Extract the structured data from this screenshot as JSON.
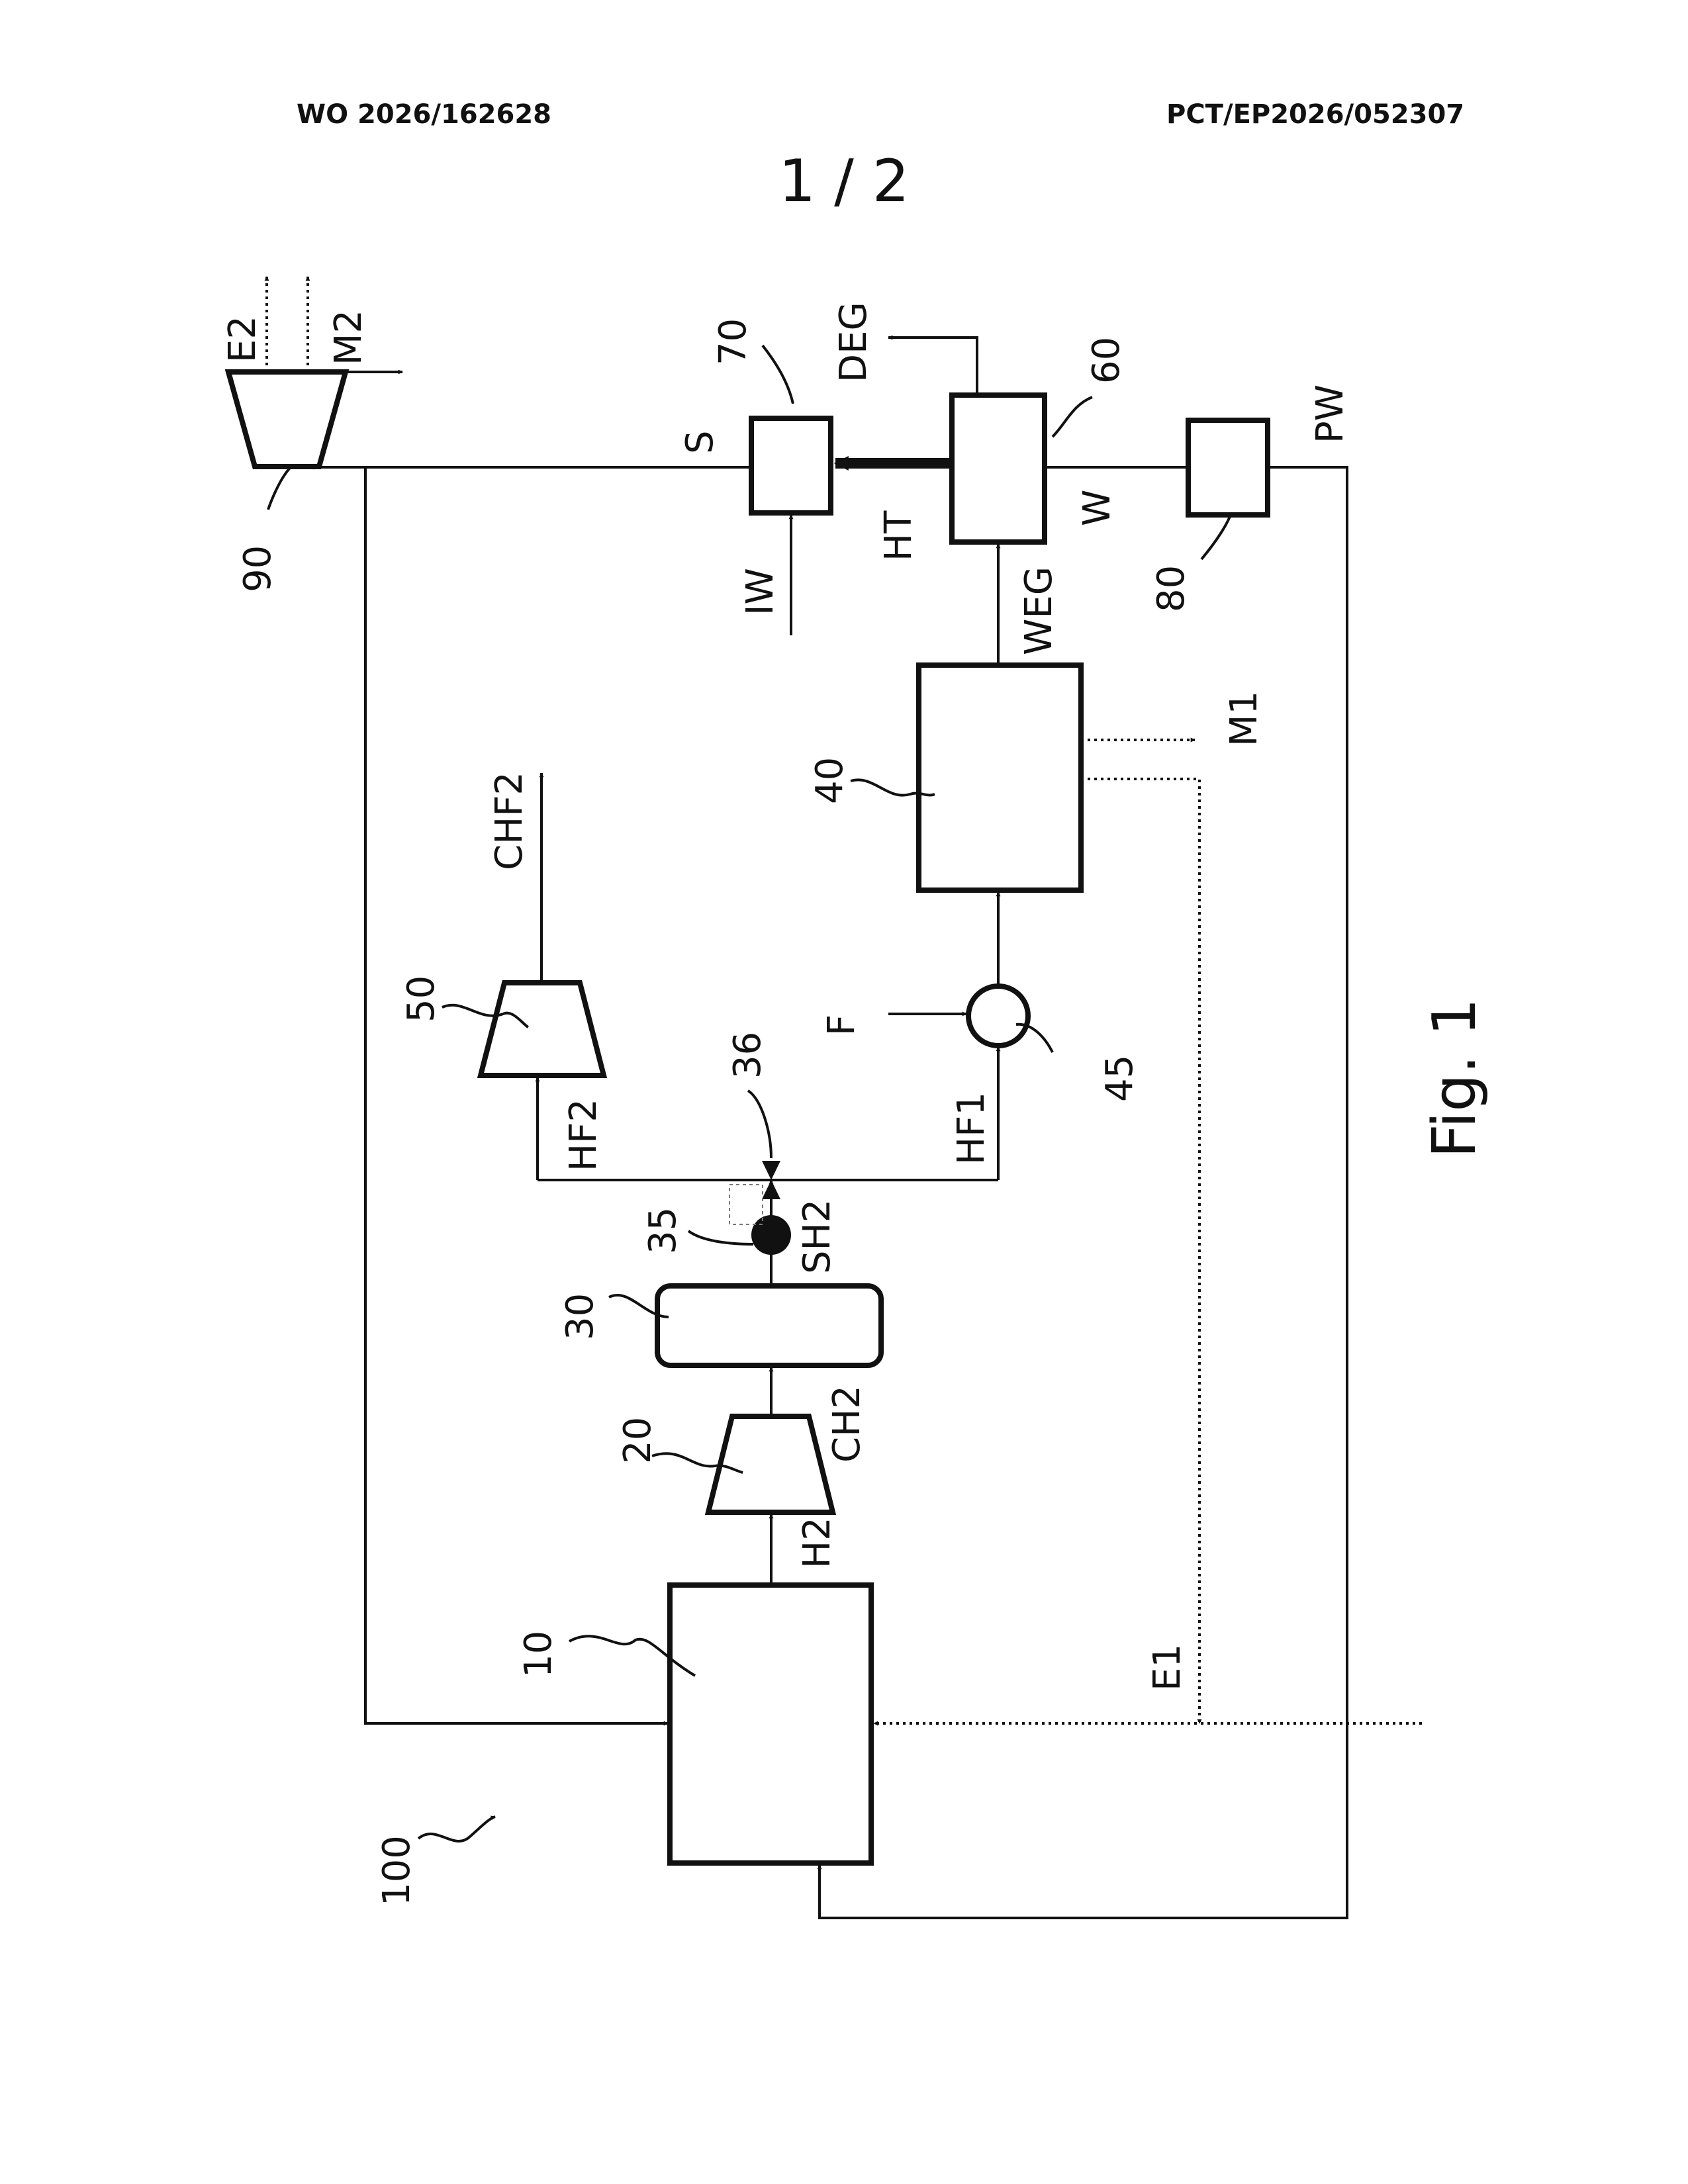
{
  "header": {
    "publication_number": "WO 2026/162628",
    "application_number": "PCT/EP2026/052307"
  },
  "sheet_number": "1 / 2",
  "figure_label": "Fig. 1",
  "reference_numerals": {
    "system": "100",
    "electrolyzer": "10",
    "compressor_20": "20",
    "storage": "30",
    "sensor": "35",
    "valve": "36",
    "reactor": "40",
    "mixer": "45",
    "compressor_50": "50",
    "unit_60": "60",
    "unit_70": "70",
    "unit_80": "80",
    "turbine_90": "90"
  },
  "stream_labels": {
    "H2": "H2",
    "CH2": "CH2",
    "SH2": "SH2",
    "HF1": "HF1",
    "HF2": "HF2",
    "CHF2": "CHF2",
    "F": "F",
    "M1": "M1",
    "WEG": "WEG",
    "HT": "HT",
    "DEG": "DEG",
    "W": "W",
    "PW": "PW",
    "S": "S",
    "IW": "IW",
    "E1": "E1",
    "E2": "E2",
    "M2": "M2"
  },
  "colors": {
    "ink": "#111111",
    "background": "#ffffff",
    "valve_dashed": "#777777"
  }
}
